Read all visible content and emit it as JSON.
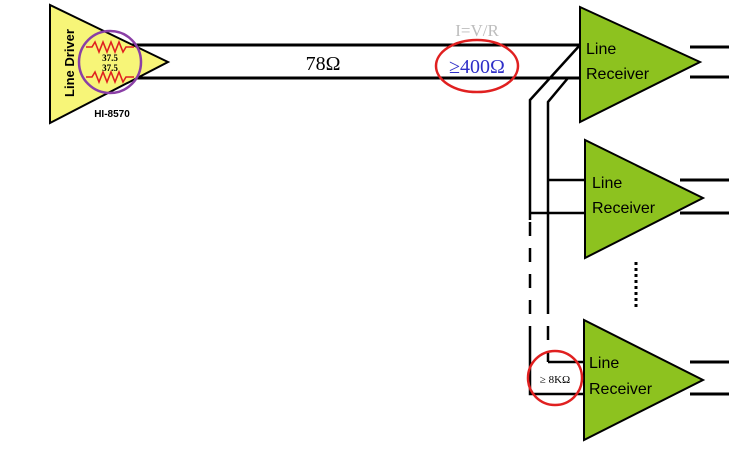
{
  "driver": {
    "label": "Line Driver",
    "part_number": "HI-8570",
    "resistor_top_value": "37.5",
    "resistor_bottom_value": "37.5"
  },
  "bus": {
    "impedance_label": "78Ω",
    "formula_label": "I=V/R",
    "load_label": "≥400Ω"
  },
  "receivers": [
    {
      "line1": "Line",
      "line2": "Receiver"
    },
    {
      "line1": "Line",
      "line2": "Receiver"
    },
    {
      "line1": "Line",
      "line2": "Receiver"
    }
  ],
  "receiver_input_label": "≥ 8KΩ",
  "colors": {
    "driver_fill": "#F7F578",
    "receiver_fill": "#8DC21F",
    "highlight_red": "#E02020",
    "highlight_purple": "#8A3FA6",
    "load_text_blue": "#2F2FC8",
    "formula_gray": "#BDBDBD"
  }
}
